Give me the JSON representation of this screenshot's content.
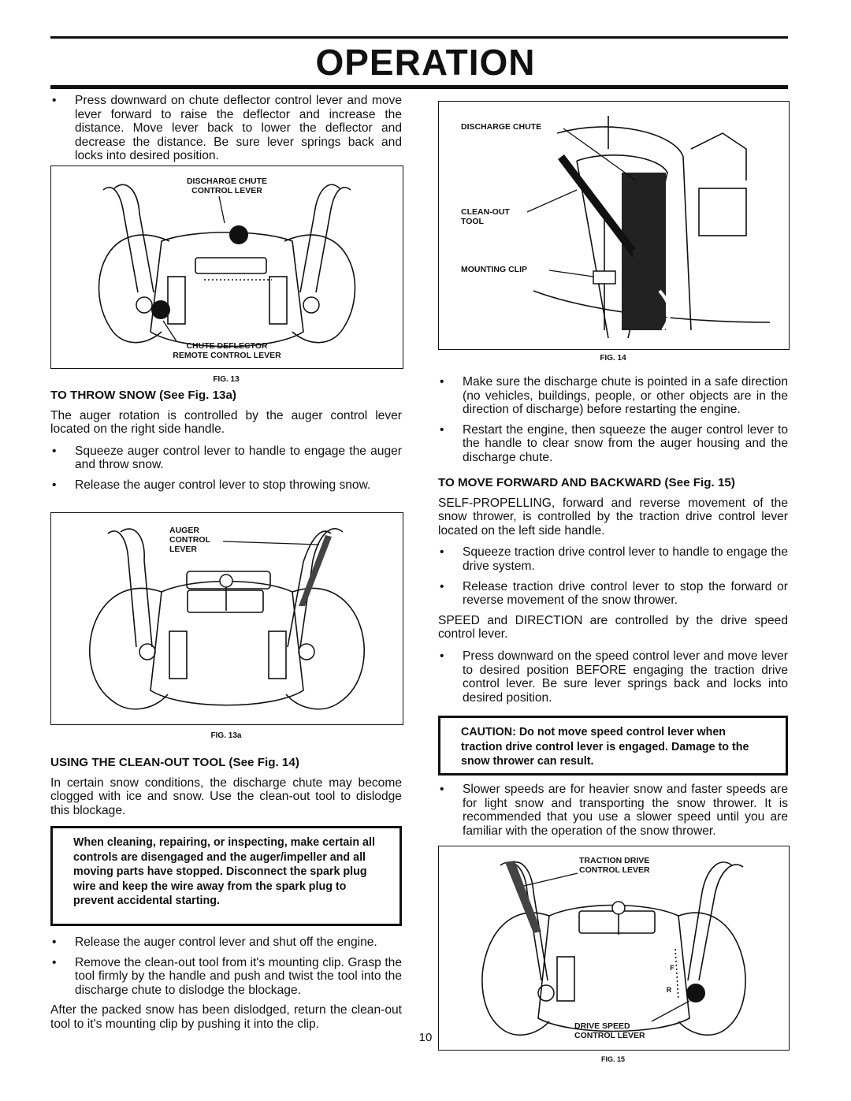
{
  "header": {
    "title": "OPERATION"
  },
  "left": {
    "intro_bullet": "Press downward on chute deflector control lever and move lever forward to raise the deflector and increase the distance. Move lever back to lower the deflector and decrease the distance. Be sure lever springs back and locks into desired position.",
    "fig13": {
      "label_top": "DISCHARGE CHUTE\nCONTROL LEVER",
      "label_bottom": "CHUTE DEFLECTOR\nREMOTE CONTROL LEVER",
      "caption": "FIG. 13"
    },
    "throw": {
      "heading": "TO THROW SNOW (See Fig. 13a)",
      "para": "The auger rotation is controlled by the auger control lever located on the right side handle.",
      "bullets": [
        "Squeeze auger control lever to handle to engage the auger and throw snow.",
        "Release the auger control lever to stop throwing snow."
      ]
    },
    "fig13a": {
      "label": "AUGER\nCONTROL\nLEVER",
      "caption": "FIG. 13a"
    },
    "cleanout": {
      "heading": "USING THE CLEAN-OUT TOOL (See Fig. 14)",
      "para": "In certain snow conditions, the discharge chute may become clogged with ice and snow. Use the clean-out tool to dislodge this blockage.",
      "warning": "When cleaning, repairing, or inspecting, make certain all controls are disengaged and the auger/impeller and all moving parts have stopped. Disconnect the spark plug wire and keep the wire away from the spark plug to prevent accidental starting.",
      "bullets": [
        "Release the auger control lever and shut off the engine.",
        "Remove the clean-out tool from it's mounting clip. Grasp the tool firmly by the handle and push and twist the tool into the discharge chute to dislodge the blockage."
      ],
      "closing": "After the packed snow has been dislodged, return the clean-out tool to it's mounting clip by pushing it into the clip."
    }
  },
  "right": {
    "fig14": {
      "label_chute": "DISCHARGE CHUTE",
      "label_tool": "CLEAN-OUT\nTOOL",
      "label_clip": "MOUNTING CLIP",
      "caption": "FIG. 14"
    },
    "bullets_top": [
      "Make sure the discharge chute is pointed in a safe direction (no vehicles, buildings, people, or other objects are in the direction of discharge) before restarting the engine.",
      "Restart the engine, then squeeze the auger control lever to the handle to clear snow from the auger housing and the discharge chute."
    ],
    "move": {
      "heading": "TO MOVE FORWARD AND BACKWARD (See Fig. 15)",
      "para": "SELF-PROPELLING, forward and reverse movement of the snow thrower, is controlled by the traction drive control lever located on the left side handle.",
      "bullets": [
        "Squeeze traction drive control lever to handle to engage the drive system.",
        "Release traction drive control lever to stop the forward or reverse movement of the snow thrower."
      ],
      "para2": "SPEED and DIRECTION are controlled by the drive speed control lever.",
      "bullet3": "Press downward on the speed control lever and move lever to desired position BEFORE engaging the traction drive control lever. Be sure lever springs back and locks into desired position."
    },
    "caution": "CAUTION: Do not move speed control lever when traction drive control lever is engaged. Damage to the snow thrower can result.",
    "bullet_last": "Slower speeds are for heavier snow and faster speeds are for light snow and transporting the snow thrower. It is recommended that you use a slower speed until you are familiar with the operation of the snow thrower.",
    "fig15": {
      "label_top": "TRACTION DRIVE\nCONTROL LEVER",
      "label_bottom": "DRIVE SPEED\nCONTROL LEVER",
      "mark_f": "F",
      "mark_r": "R",
      "caption": "FIG. 15"
    }
  },
  "footer": {
    "page": "10"
  }
}
